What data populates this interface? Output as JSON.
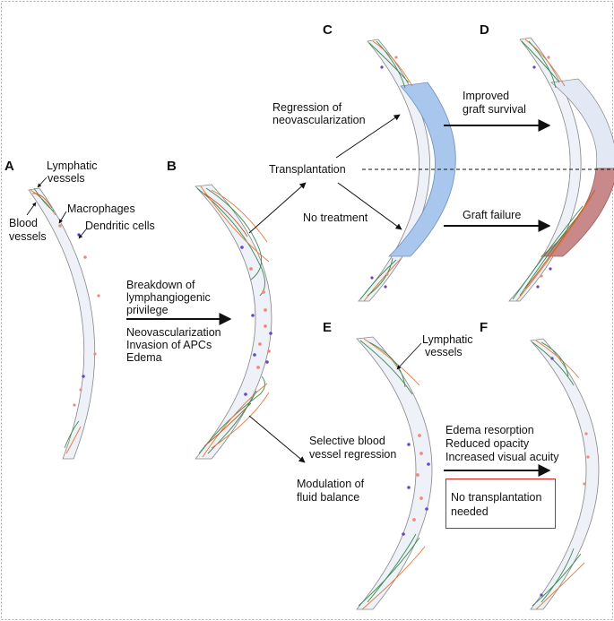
{
  "colors": {
    "cornea_fill": "#eef1f8",
    "cornea_stroke": "#888888",
    "regressed_zone": "#a9c6ec",
    "failed_zone": "#c7898a",
    "lymphatic": "#e37a3a",
    "blood": "#3b8b4e",
    "macrophage": "#f08a7a",
    "dendritic": "#6644cc",
    "box_border": "#d62020"
  },
  "panels": {
    "a": "A",
    "b": "B",
    "c": "C",
    "d": "D",
    "e": "E",
    "f": "F"
  },
  "panel_a": {
    "lymphatic_line1": "Lymphatic",
    "lymphatic_line2": "vessels",
    "blood_line1": "Blood",
    "blood_line2": "vessels",
    "macrophages": "Macrophages",
    "dendritic": "Dendritic cells"
  },
  "arrow_ab": {
    "line1": "Breakdown of",
    "line2": "lymphangiogenic",
    "line3": "privilege",
    "line4": "Neovascularization",
    "line5": "Invasion of APCs",
    "line6": "Edema"
  },
  "transplant": {
    "label": "Transplantation",
    "regression_line1": "Regression of",
    "regression_line2": "neovascularization",
    "no_treatment": "No treatment"
  },
  "arrow_cd": {
    "improved_line1": "Improved",
    "improved_line2": "graft survival",
    "failure": "Graft failure"
  },
  "arrow_be": {
    "line1": "Selective blood",
    "line2": "vessel regression",
    "line3": "Modulation of",
    "line4": "fluid balance"
  },
  "panel_e": {
    "lymphatic_line1": "Lymphatic",
    "lymphatic_line2": "vessels"
  },
  "arrow_ef": {
    "line1": "Edema resorption",
    "line2": "Reduced opacity",
    "line3": "Increased visual acuity"
  },
  "outcome_box": {
    "line1": "No transplantation",
    "line2": "needed"
  }
}
